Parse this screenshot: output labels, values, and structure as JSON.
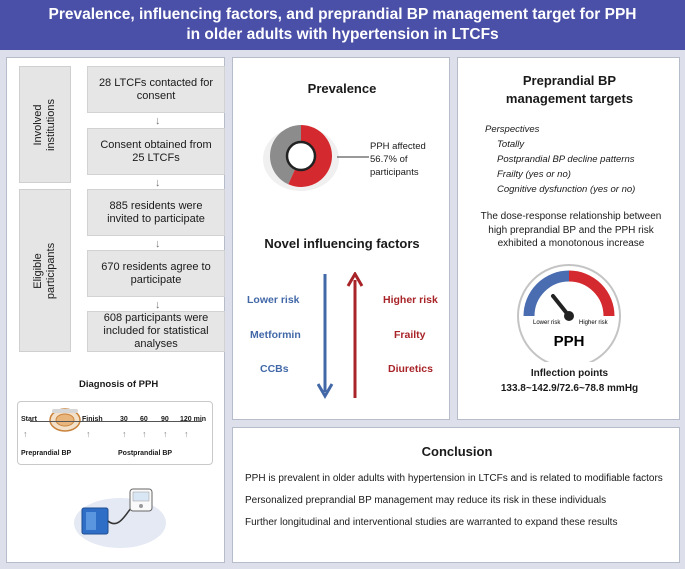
{
  "header": {
    "title_line1": "Prevalence, influencing factors, and preprandial BP management target for PPH",
    "title_line2": "in older adults with hypertension in LTCFs"
  },
  "flow": {
    "involved_label": "Involved institutions",
    "eligible_label": "Eligible participants",
    "steps": [
      "28 LTCFs contacted for consent",
      "Consent obtained from 25 LTCFs",
      "885 residents were invited to participate",
      "670 residents agree to participate",
      "608 participants were included for statistical analyses"
    ],
    "arrow_glyph": "↓"
  },
  "diagnosis": {
    "title": "Diagnosis of PPH",
    "start": "Start",
    "finish": "Finish",
    "times": [
      "30",
      "60",
      "90",
      "120 min"
    ],
    "preprandial": "Preprandial BP",
    "postprandial": "Postprandial BP"
  },
  "prevalence": {
    "title": "Prevalence",
    "text_line1": "PPH affected",
    "text_line2": "56.7% of",
    "text_line3": "participants",
    "affected_fraction": 0.567,
    "affected_color": "#d4292e",
    "rest_color": "#8c8c8c"
  },
  "factors": {
    "title": "Novel influencing factors",
    "lower_risk_label": "Lower risk",
    "higher_risk_label": "Higher risk",
    "lower": [
      "Metformin",
      "CCBs"
    ],
    "higher": [
      "Frailty",
      "Diuretics"
    ],
    "low_color": "#4268a8",
    "high_color": "#a82428"
  },
  "targets": {
    "title_line1": "Preprandial BP",
    "title_line2": "management targets",
    "perspectives_label": "Perspectives",
    "perspectives": [
      "Totally",
      "Postprandial BP decline patterns",
      "Frailty (yes or no)",
      "Cognitive dysfunction (yes or no)"
    ],
    "dose_line1": "The dose-response relationship between",
    "dose_line2": "high preprandial BP and the PPH risk",
    "dose_line3": "exhibited a monotonous increase",
    "gauge_low": "Lower risk",
    "gauge_high": "Higher risk",
    "gauge_label": "PPH",
    "inflection_title": "Inflection points",
    "inflection_values": "133.8~142.9/72.6~78.8 mmHg"
  },
  "conclusion": {
    "title": "Conclusion",
    "lines": [
      "PPH is prevalent in older adults with hypertension in LTCFs and is related to modifiable factors",
      "Personalized preprandial BP management may reduce its risk in these individuals",
      "Further longitudinal and interventional studies are warranted to expand these results"
    ]
  }
}
